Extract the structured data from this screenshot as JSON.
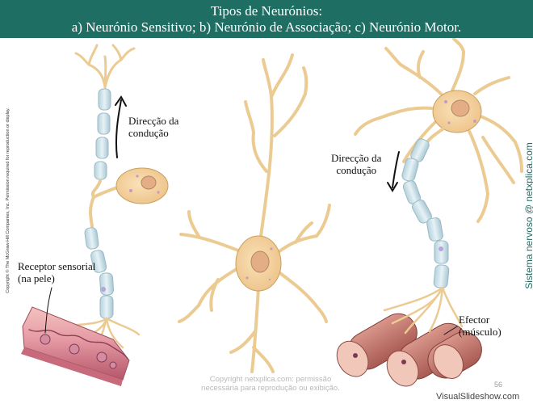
{
  "slide": {
    "title_line1": "Tipos de Neurónios:",
    "title_line2": "a) Neurónio Sensitivo; b) Neurónio de Associação; c) Neurónio Motor."
  },
  "labels": {
    "direction_left_1": "Direcção da",
    "direction_left_2": "condução",
    "receptor_1": "Receptor sensorial",
    "receptor_2": "(na pele)",
    "direction_right_1": "Direcção da",
    "direction_right_2": "condução",
    "effector_1": "Efector",
    "effector_2": "(músculo)"
  },
  "side_text": {
    "copyright": "Copyright © The McGraw-Hill Companies, Inc. Permission required for reproduction or display.",
    "brand": "Sistema nervoso @ netxplica.com"
  },
  "watermark": {
    "line1": "Copyright netxplica.com: permissão",
    "line2": "necessária para reprodução ou exibição."
  },
  "page_number": "56",
  "footer_brand": "VisualSlideshow.com",
  "colors": {
    "title_bg": "#1e6e64",
    "myelin": "#cfe3ea",
    "myelin_stroke": "#9bbac6",
    "cell_body": "#f3d199",
    "cell_stroke": "#c8a15e",
    "nucleus": "#e8b98a",
    "skin": "#e0a0a8",
    "muscle": "#c97a70"
  },
  "icons": [
    "arrow-up-icon",
    "arrow-down-icon"
  ]
}
